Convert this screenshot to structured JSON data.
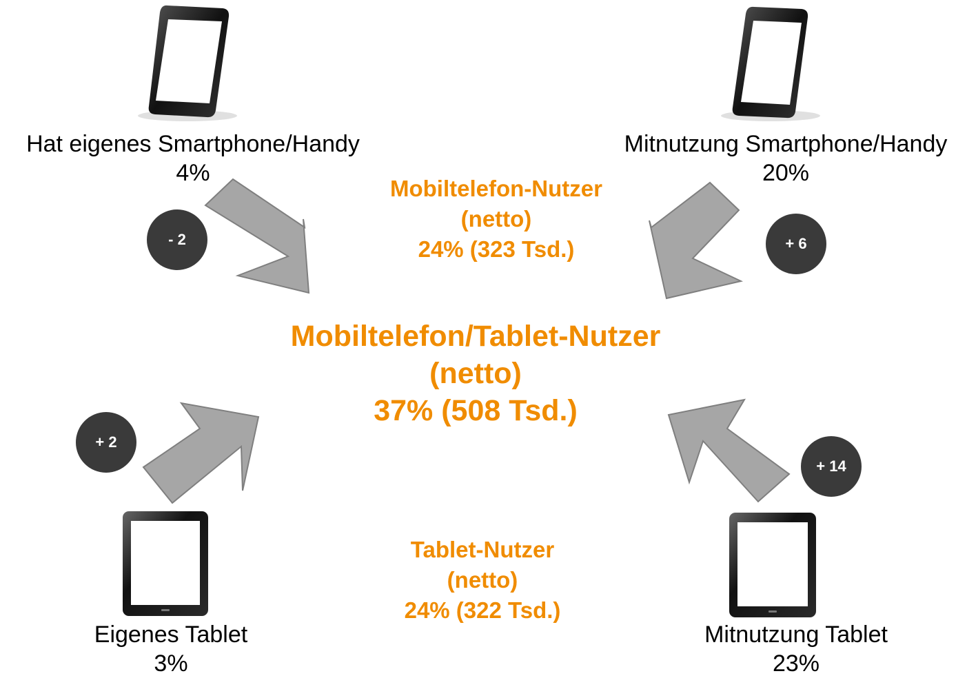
{
  "top_left": {
    "title": "Hat eigenes Smartphone/Handy",
    "value": "4%",
    "icon": "smartphone-icon"
  },
  "top_right": {
    "title": "Mitnutzung Smartphone/Handy",
    "value": "20%",
    "icon": "smartphone-icon"
  },
  "bottom_left": {
    "title": "Eigenes Tablet",
    "value": "3%",
    "icon": "tablet-icon"
  },
  "bottom_right": {
    "title": "Mitnutzung Tablet",
    "value": "23%",
    "icon": "tablet-icon"
  },
  "mobile_net": {
    "line1": "Mobiltelefon-Nutzer",
    "line2": "(netto)",
    "line3": "24% (323 Tsd.)"
  },
  "tablet_net": {
    "line1": "Tablet-Nutzer",
    "line2": "(netto)",
    "line3": "24% (322 Tsd.)"
  },
  "center": {
    "line1": "Mobiltelefon/Tablet-Nutzer",
    "line2": "(netto)",
    "line3": "37% (508 Tsd.)"
  },
  "badges": {
    "top_left": "- 2",
    "top_right": "+ 6",
    "bottom_left": "+ 2",
    "bottom_right": "+ 14"
  },
  "colors": {
    "accent": "#f08c00",
    "badge": "#3a3a3a",
    "arrow": "#a6a6a6"
  }
}
